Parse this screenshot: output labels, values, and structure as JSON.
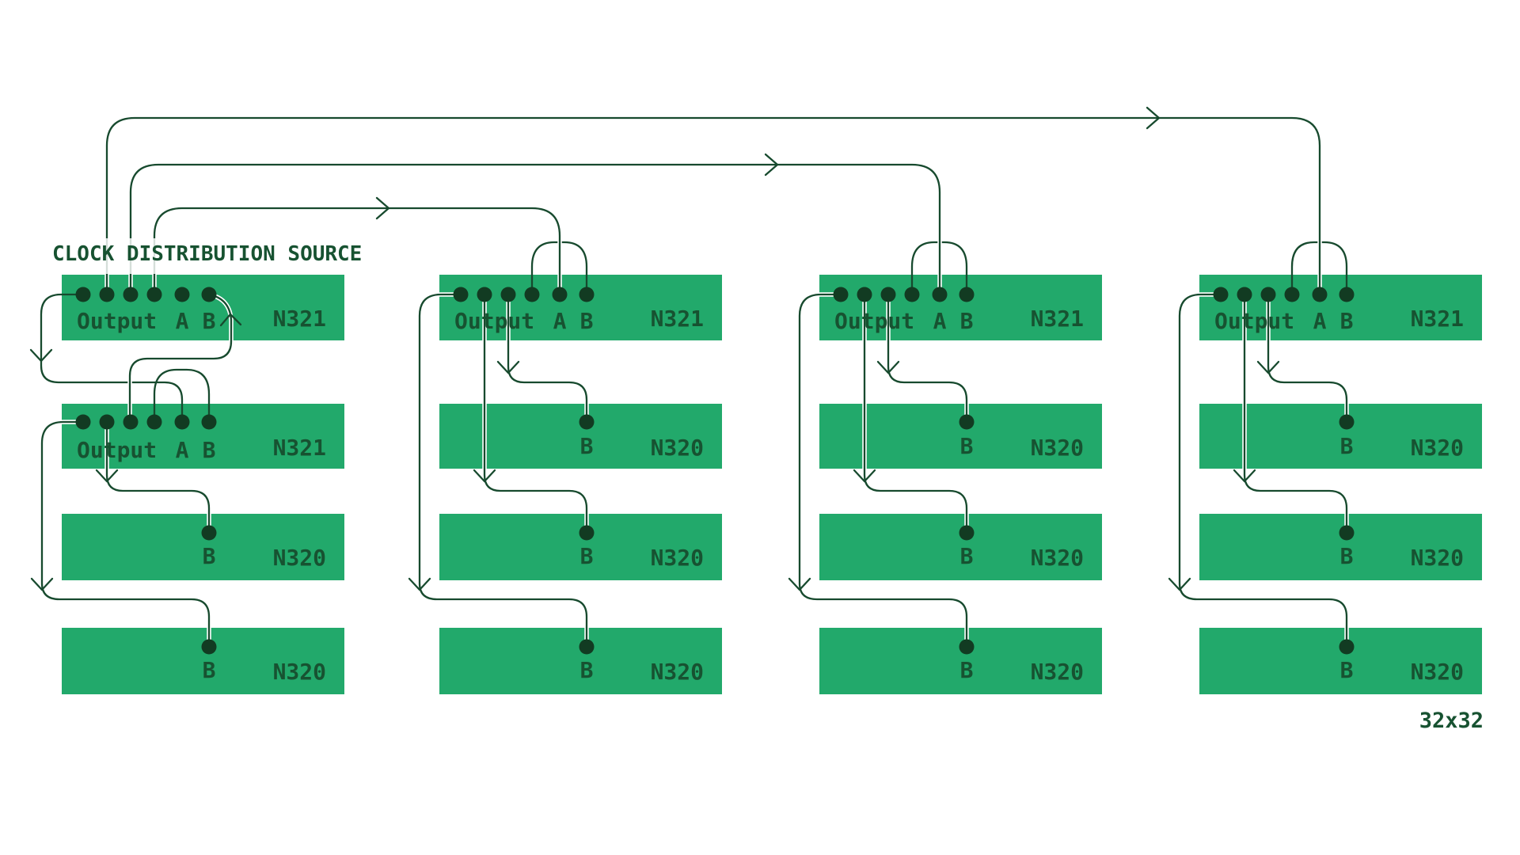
{
  "title": "CLOCK DISTRIBUTION SOURCE",
  "grid_size_label": "32x32",
  "ports": {
    "output": "Output",
    "a": "A",
    "b": "B"
  },
  "colors": {
    "box_fill": "#22A96B",
    "wire": "#174A2E",
    "dot": "#123B22",
    "text": "#175231",
    "casing": "#FFFFFF",
    "label_backdrop": "rgba(255,255,255,0.82)"
  },
  "columns": [
    {
      "devices": [
        "N321",
        "N321",
        "N320",
        "N320"
      ]
    },
    {
      "devices": [
        "N321",
        "N320",
        "N320",
        "N320"
      ]
    },
    {
      "devices": [
        "N321",
        "N320",
        "N320",
        "N320"
      ]
    },
    {
      "devices": [
        "N321",
        "N320",
        "N320",
        "N320"
      ]
    }
  ]
}
